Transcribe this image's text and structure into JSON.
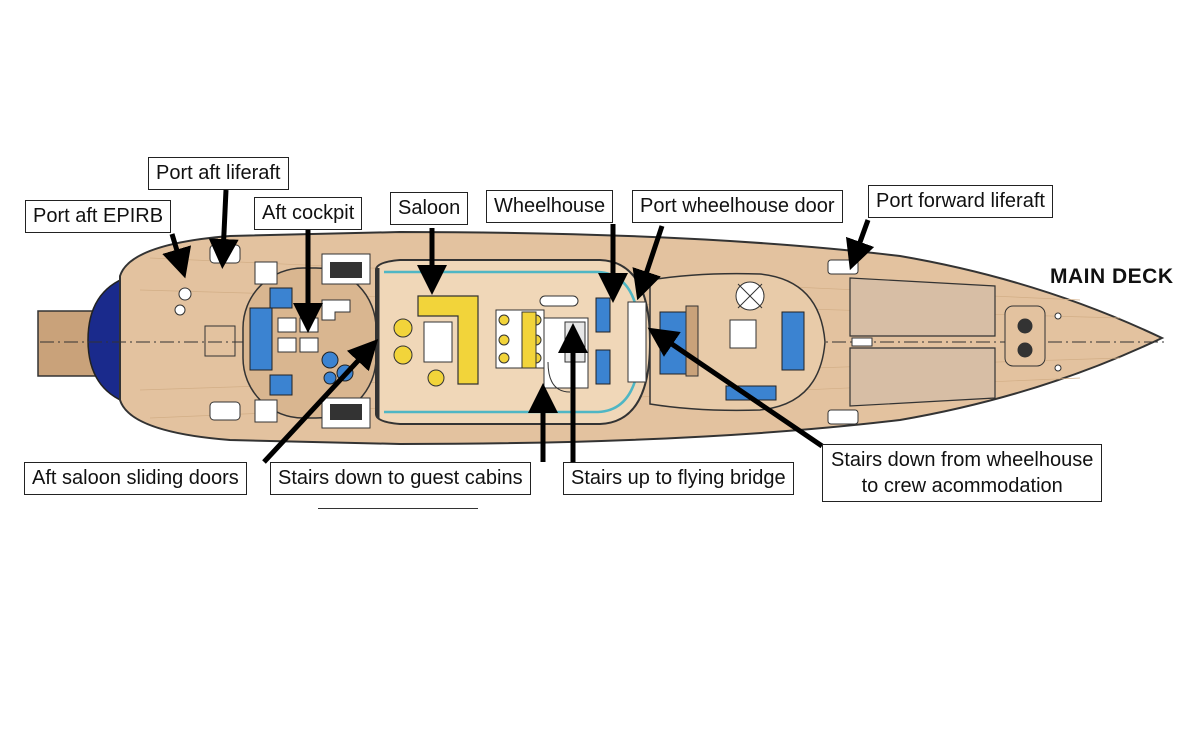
{
  "diagram": {
    "title": "MAIN DECK",
    "colors": {
      "teak": "#e3c29f",
      "teak_dark": "#c9a27a",
      "cushion": "#3b83d1",
      "sofa": "#f2d43a",
      "hull_bow": "#1a2a8c",
      "sunpad": "#d7bea5",
      "outline": "#333333"
    },
    "callouts": {
      "port_aft_epirb": "Port aft EPIRB",
      "port_aft_liferaft": "Port aft liferaft",
      "aft_cockpit": "Aft cockpit",
      "saloon": "Saloon",
      "wheelhouse": "Wheelhouse",
      "port_wheelhouse_door": "Port wheelhouse door",
      "port_forward_liferaft": "Port forward liferaft",
      "aft_saloon_sliding_doors": "Aft saloon sliding doors",
      "stairs_down_guest_cabins": "Stairs down to guest cabins",
      "stairs_up_flying_bridge": "Stairs up to flying bridge",
      "stairs_down_crew_line1": "Stairs down from wheelhouse",
      "stairs_down_crew_line2": "to crew acommodation"
    }
  }
}
